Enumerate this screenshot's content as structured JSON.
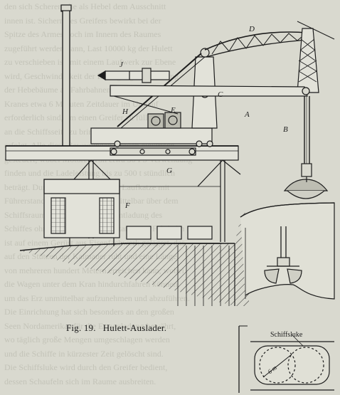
{
  "figure": {
    "caption_number": "Fig. 19.",
    "caption_title": "Hulett-Auslader.",
    "labels": {
      "A": "A",
      "B": "B",
      "C": "C",
      "D": "D",
      "E": "E",
      "F": "F",
      "G": "G",
      "H": "H",
      "J": "J"
    },
    "detail": {
      "hatch_label": "Schiffsluke",
      "measure": "6 m"
    }
  },
  "background_text": [
    "den sich Scheren, die als Hebel dem Ausschnitt",
    "innen ist. Sichern des Greifers bewirkt bei der",
    "Spitze des Armes noch im Innern des Raumes",
    "zugeführt werden kann, Last 10000 kg der Hulett",
    "zu verschieben ist, mit einem Laufwerk zur Ebene",
    "wird, Geschwindigkeit der Bewegung der Drehung",
    "der Hebebäume an Fahrbahnen, wobei die Auslage",
    "Kranes etwa 6 Minuten Zeitdauer im Umlauf",
    "erforderlich sind, um einen Greifer zu füllen und",
    "an die Schiffsseite zu bringen, wobei der Korb",
    "erfolgt. Alle diese Bewegungen werden elektrisch",
    "gesteuert, wobei Motoren von etwa 50 PS Verwendung",
    "finden und die Ladeleistung bis zu 500 t stündlich",
    "beträgt. Durch die Anordnung der Laufkatze mit",
    "Führerstand wird der Greifer unmittelbar über dem",
    "Schiffsraum geführt, so daß die Entladung des",
    "Schiffes ohne Umladen erfolgen kann. Die Fahrbahn",
    "ist auf einem Gerüst aus Eisenfachwerk gelagert, das",
    "auf den Stützen der Kaimauer ruht und eine Länge",
    "von mehreren hundert Metern erreichen kann, wobei",
    "die Wagen unter dem Kran hindurchfahren können,",
    "um das Erz unmittelbar aufzunehmen und abzuführen.",
    "Die Einrichtung hat sich besonders an den großen",
    "Seen Nordamerikas für die Erzverladung bewährt,",
    "wo täglich große Mengen umgeschlagen werden",
    "und die Schiffe in kürzester Zeit gelöscht sind.",
    "Die Schiffsluke wird durch den Greifer bedient,",
    "dessen Schaufeln sich im Raume ausbreiten."
  ]
}
